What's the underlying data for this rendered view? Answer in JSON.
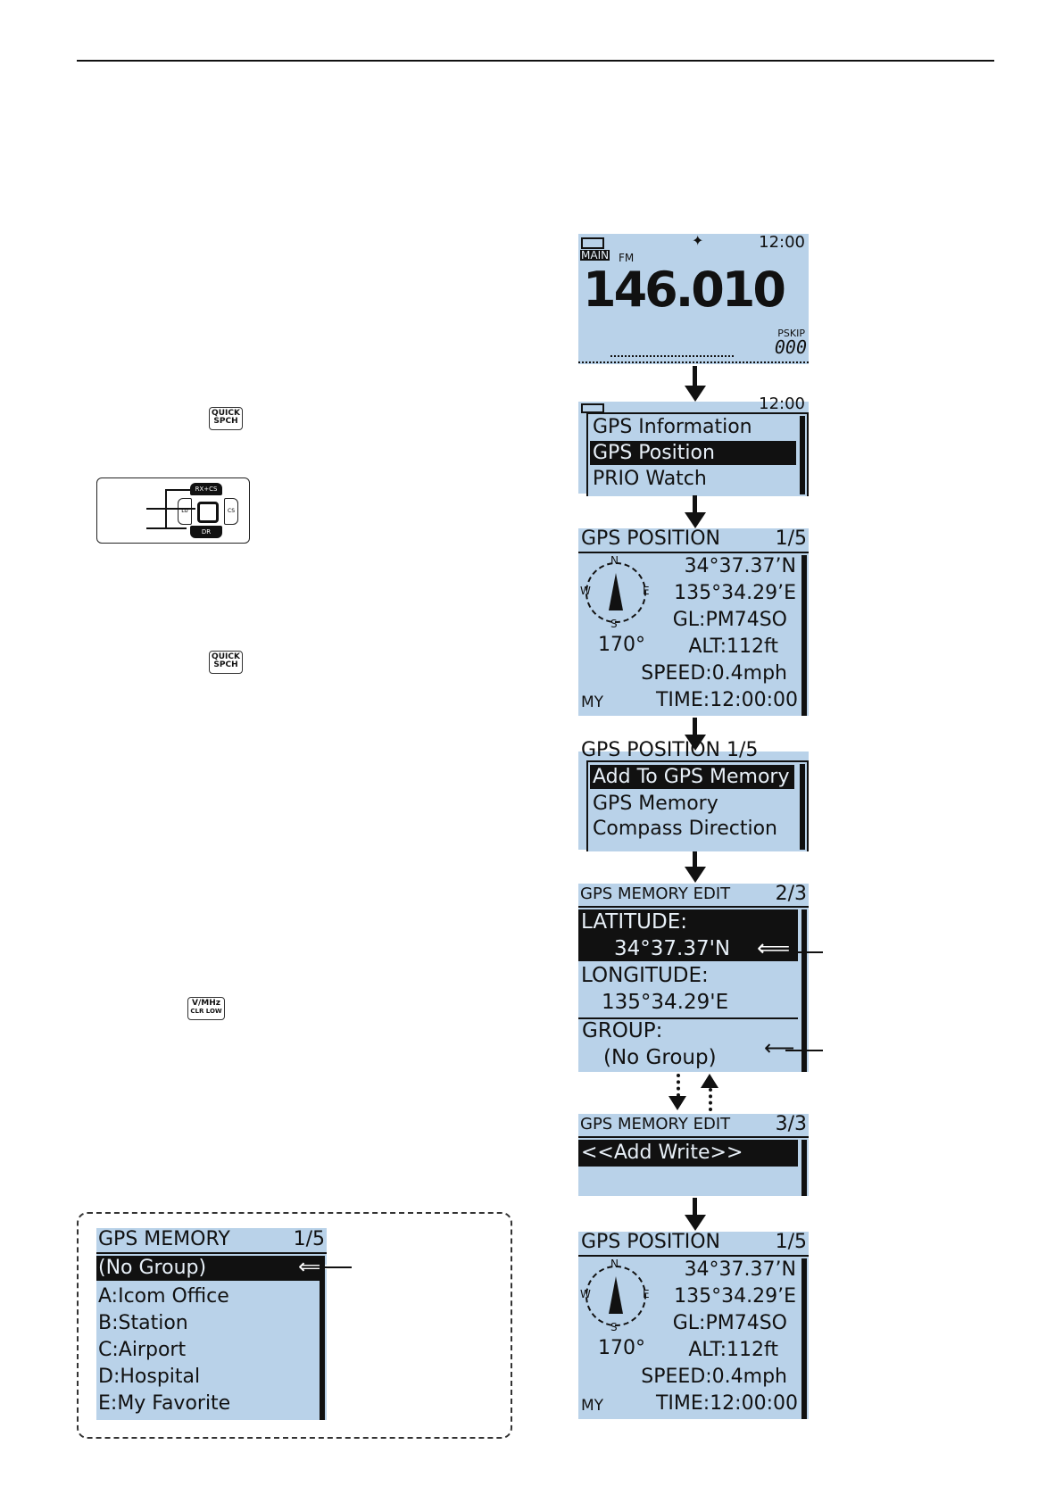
{
  "keys": {
    "quick1": [
      "QUICK",
      "SPCH"
    ],
    "quick2": [
      "QUICK",
      "SPCH"
    ],
    "vmhz": [
      "V/MHz",
      "CLR LOW"
    ]
  },
  "joystick": {
    "up": "RX+CS",
    "down": "DR",
    "left": "LU",
    "right": "CS"
  },
  "screen1": {
    "time": "12:00",
    "main": "MAIN",
    "mode": "FM",
    "freq": "146.010",
    "pskip": "PSKIP",
    "chan": "000"
  },
  "screen2": {
    "time": "12:00",
    "items": [
      "GPS Information",
      "GPS Position",
      "PRIO Watch"
    ]
  },
  "screen3": {
    "title": "GPS POSITION",
    "page": "1/5",
    "lat": "34°37.37’N",
    "lon": "135°34.29’E",
    "gl": "GL:PM74SO",
    "alt": "ALT:112ft",
    "speed": "SPEED:0.4mph",
    "time": "TIME:12:00:00",
    "my": "MY",
    "dir": "170°",
    "n": "N",
    "s": "S",
    "e": "E",
    "w": "W"
  },
  "screen4": {
    "header": "GPS POSITION 1/5",
    "items": [
      "Add To GPS Memory",
      "GPS Memory",
      "Compass Direction"
    ]
  },
  "screen5": {
    "title": "GPS MEMORY EDIT",
    "page": "2/3",
    "lat_label": "LATITUDE:",
    "lat": "34°37.37'N",
    "lon_label": "LONGITUDE:",
    "lon": "135°34.29'E",
    "group_label": "GROUP:",
    "group": "(No Group)"
  },
  "screen6": {
    "title": "GPS MEMORY EDIT",
    "page": "3/3",
    "item": "<<Add Write>>"
  },
  "screen7": {
    "title": "GPS POSITION",
    "page": "1/5",
    "lat": "34°37.37’N",
    "lon": "135°34.29’E",
    "gl": "GL:PM74SO",
    "alt": "ALT:112ft",
    "speed": "SPEED:0.4mph",
    "time": "TIME:12:00:00",
    "my": "MY",
    "dir": "170°",
    "n": "N",
    "s": "S",
    "e": "E",
    "w": "W"
  },
  "memory": {
    "title": "GPS MEMORY",
    "page": "1/5",
    "items": [
      "(No Group)",
      "A:Icom Office",
      "B:Station",
      "C:Airport",
      "D:Hospital",
      "E:My Favorite"
    ]
  }
}
